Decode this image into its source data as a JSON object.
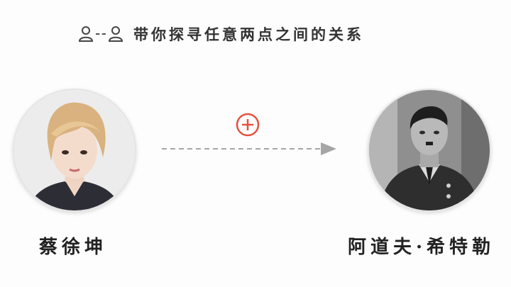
{
  "header": {
    "title": "带你探寻任意两点之间的关系",
    "icon": "two-people-link-icon"
  },
  "left_person": {
    "name": "蔡徐坤",
    "avatar_icon": "person-photo-avatar"
  },
  "right_person": {
    "name": "阿道夫·希特勒",
    "avatar_icon": "person-photo-avatar"
  },
  "connector": {
    "add_icon": "plus-circle-icon",
    "arrow_icon": "dashed-arrow-icon"
  },
  "colors": {
    "accent": "#e3533f",
    "arrow": "#a6a6a6",
    "text": "#222222"
  }
}
